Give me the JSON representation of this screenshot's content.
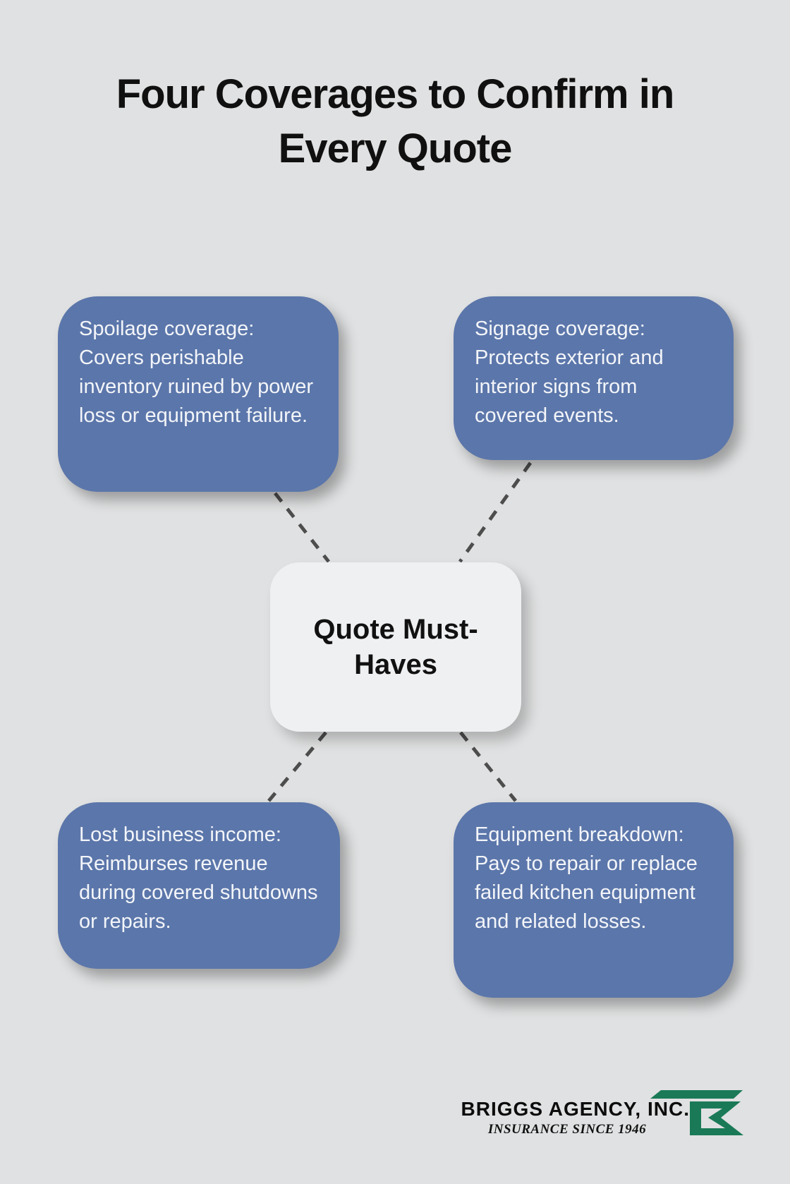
{
  "title": "Four Coverages to Confirm in Every Quote",
  "center": {
    "label": "Quote Must-Haves"
  },
  "nodes": [
    {
      "id": "spoilage",
      "position": "top-left",
      "text": "Spoilage coverage: Covers perishable inventory ruined by power loss or equipment failure."
    },
    {
      "id": "signage",
      "position": "top-right",
      "text": "Signage coverage: Protects exterior and interior signs from covered events."
    },
    {
      "id": "lost-business-income",
      "position": "bottom-left",
      "text": "Lost business income: Reimburses revenue during covered shutdowns or repairs."
    },
    {
      "id": "equipment-breakdown",
      "position": "bottom-right",
      "text": "Equipment breakdown: Pays to repair or replace failed kitchen equipment and related losses."
    }
  ],
  "branding": {
    "name": "BRIGGS AGENCY, INC.",
    "tagline": "INSURANCE SINCE 1946"
  },
  "colors": {
    "background": "#e0e1e2",
    "node_fill": "#5b76aa",
    "node_text": "#f3f5f9",
    "center_fill": "#eff0f2",
    "connector": "#4d4d4d",
    "logo_green": "#1a7a57",
    "title_text": "#101010"
  }
}
